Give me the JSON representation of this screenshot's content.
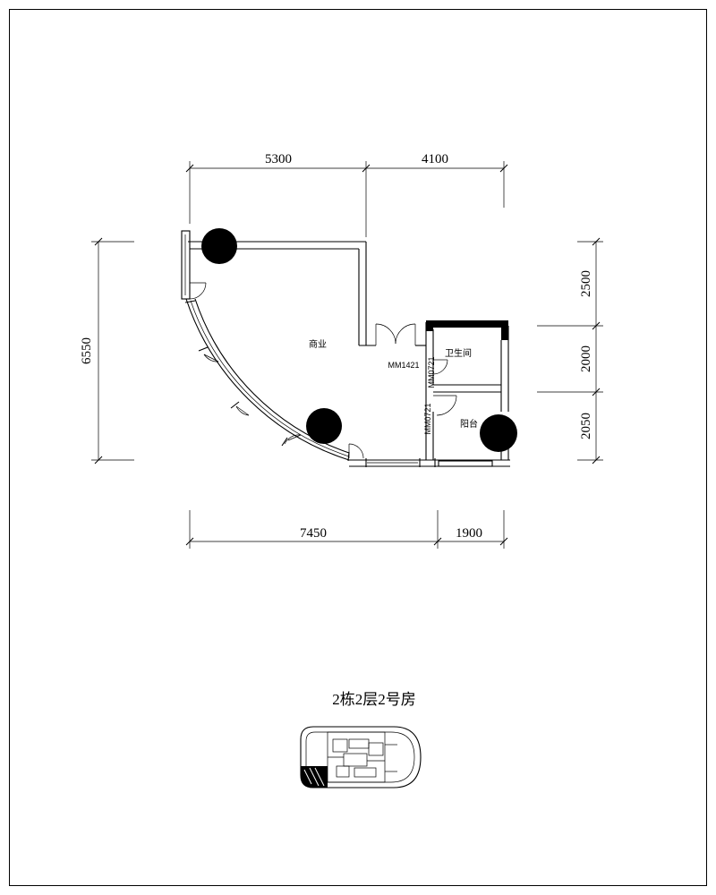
{
  "dimensions": {
    "top": [
      "5300",
      "4100"
    ],
    "bottom": [
      "7450",
      "1900"
    ],
    "left": "6550",
    "right": [
      "2500",
      "2000",
      "2050"
    ]
  },
  "rooms": {
    "commercial": "商业",
    "bathroom": "卫生间",
    "balcony": "阳台"
  },
  "door_tags": {
    "main_door": "MM1421",
    "bath_door": "MM0721",
    "balcony_door": "MM0721"
  },
  "title": "2栋2层2号房"
}
